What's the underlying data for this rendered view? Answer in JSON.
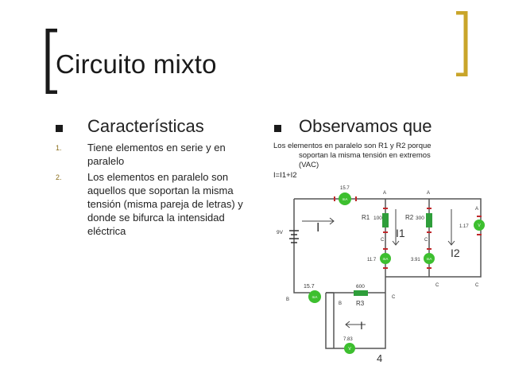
{
  "slide": {
    "title": "Circuito mixto",
    "left": {
      "heading": "Características",
      "items": [
        {
          "num": "1.",
          "text": "Tiene elementos en serie y en paralelo"
        },
        {
          "num": "2.",
          "text": "Los elementos en paralelo son aquellos que soportan la misma tensión (misma pareja de letras) y donde se bifurca la intensidad eléctrica"
        }
      ]
    },
    "right": {
      "heading": "Observamos que",
      "line1": "Los elementos en paralelo son R1 y R2 porque",
      "line2": "soportan la misma tensión en extremos",
      "line3": "(VAC)",
      "formula": "I=I1+I2"
    },
    "page_number": "4"
  },
  "circuit": {
    "source_label": "9V",
    "r1_label": "R1",
    "r1_value": "100",
    "r2_label": "R2",
    "r2_value": "300",
    "r3_label": "R3",
    "r3_value": "600",
    "i_label": "I",
    "i1_label": "I1",
    "i2_label": "I2",
    "i_bottom_label": "I",
    "meter_top": "15.7",
    "meter_r1": "11.7",
    "meter_r2": "3.91",
    "meter_right": "1.17",
    "meter_bottom_left": "15.7",
    "meter_bottom": "7.83",
    "node_a": "A",
    "node_b": "B",
    "node_c": "C",
    "meter_amp_glyph": "mA",
    "meter_volt_glyph": "V",
    "accent_green": "#3dbf2f",
    "resistor_green": "#2e9e3a",
    "terminal_red": "#c0282b",
    "wire_color": "#555555",
    "bracket_black": "#1a1a1a",
    "bracket_gold": "#c9a52a"
  }
}
